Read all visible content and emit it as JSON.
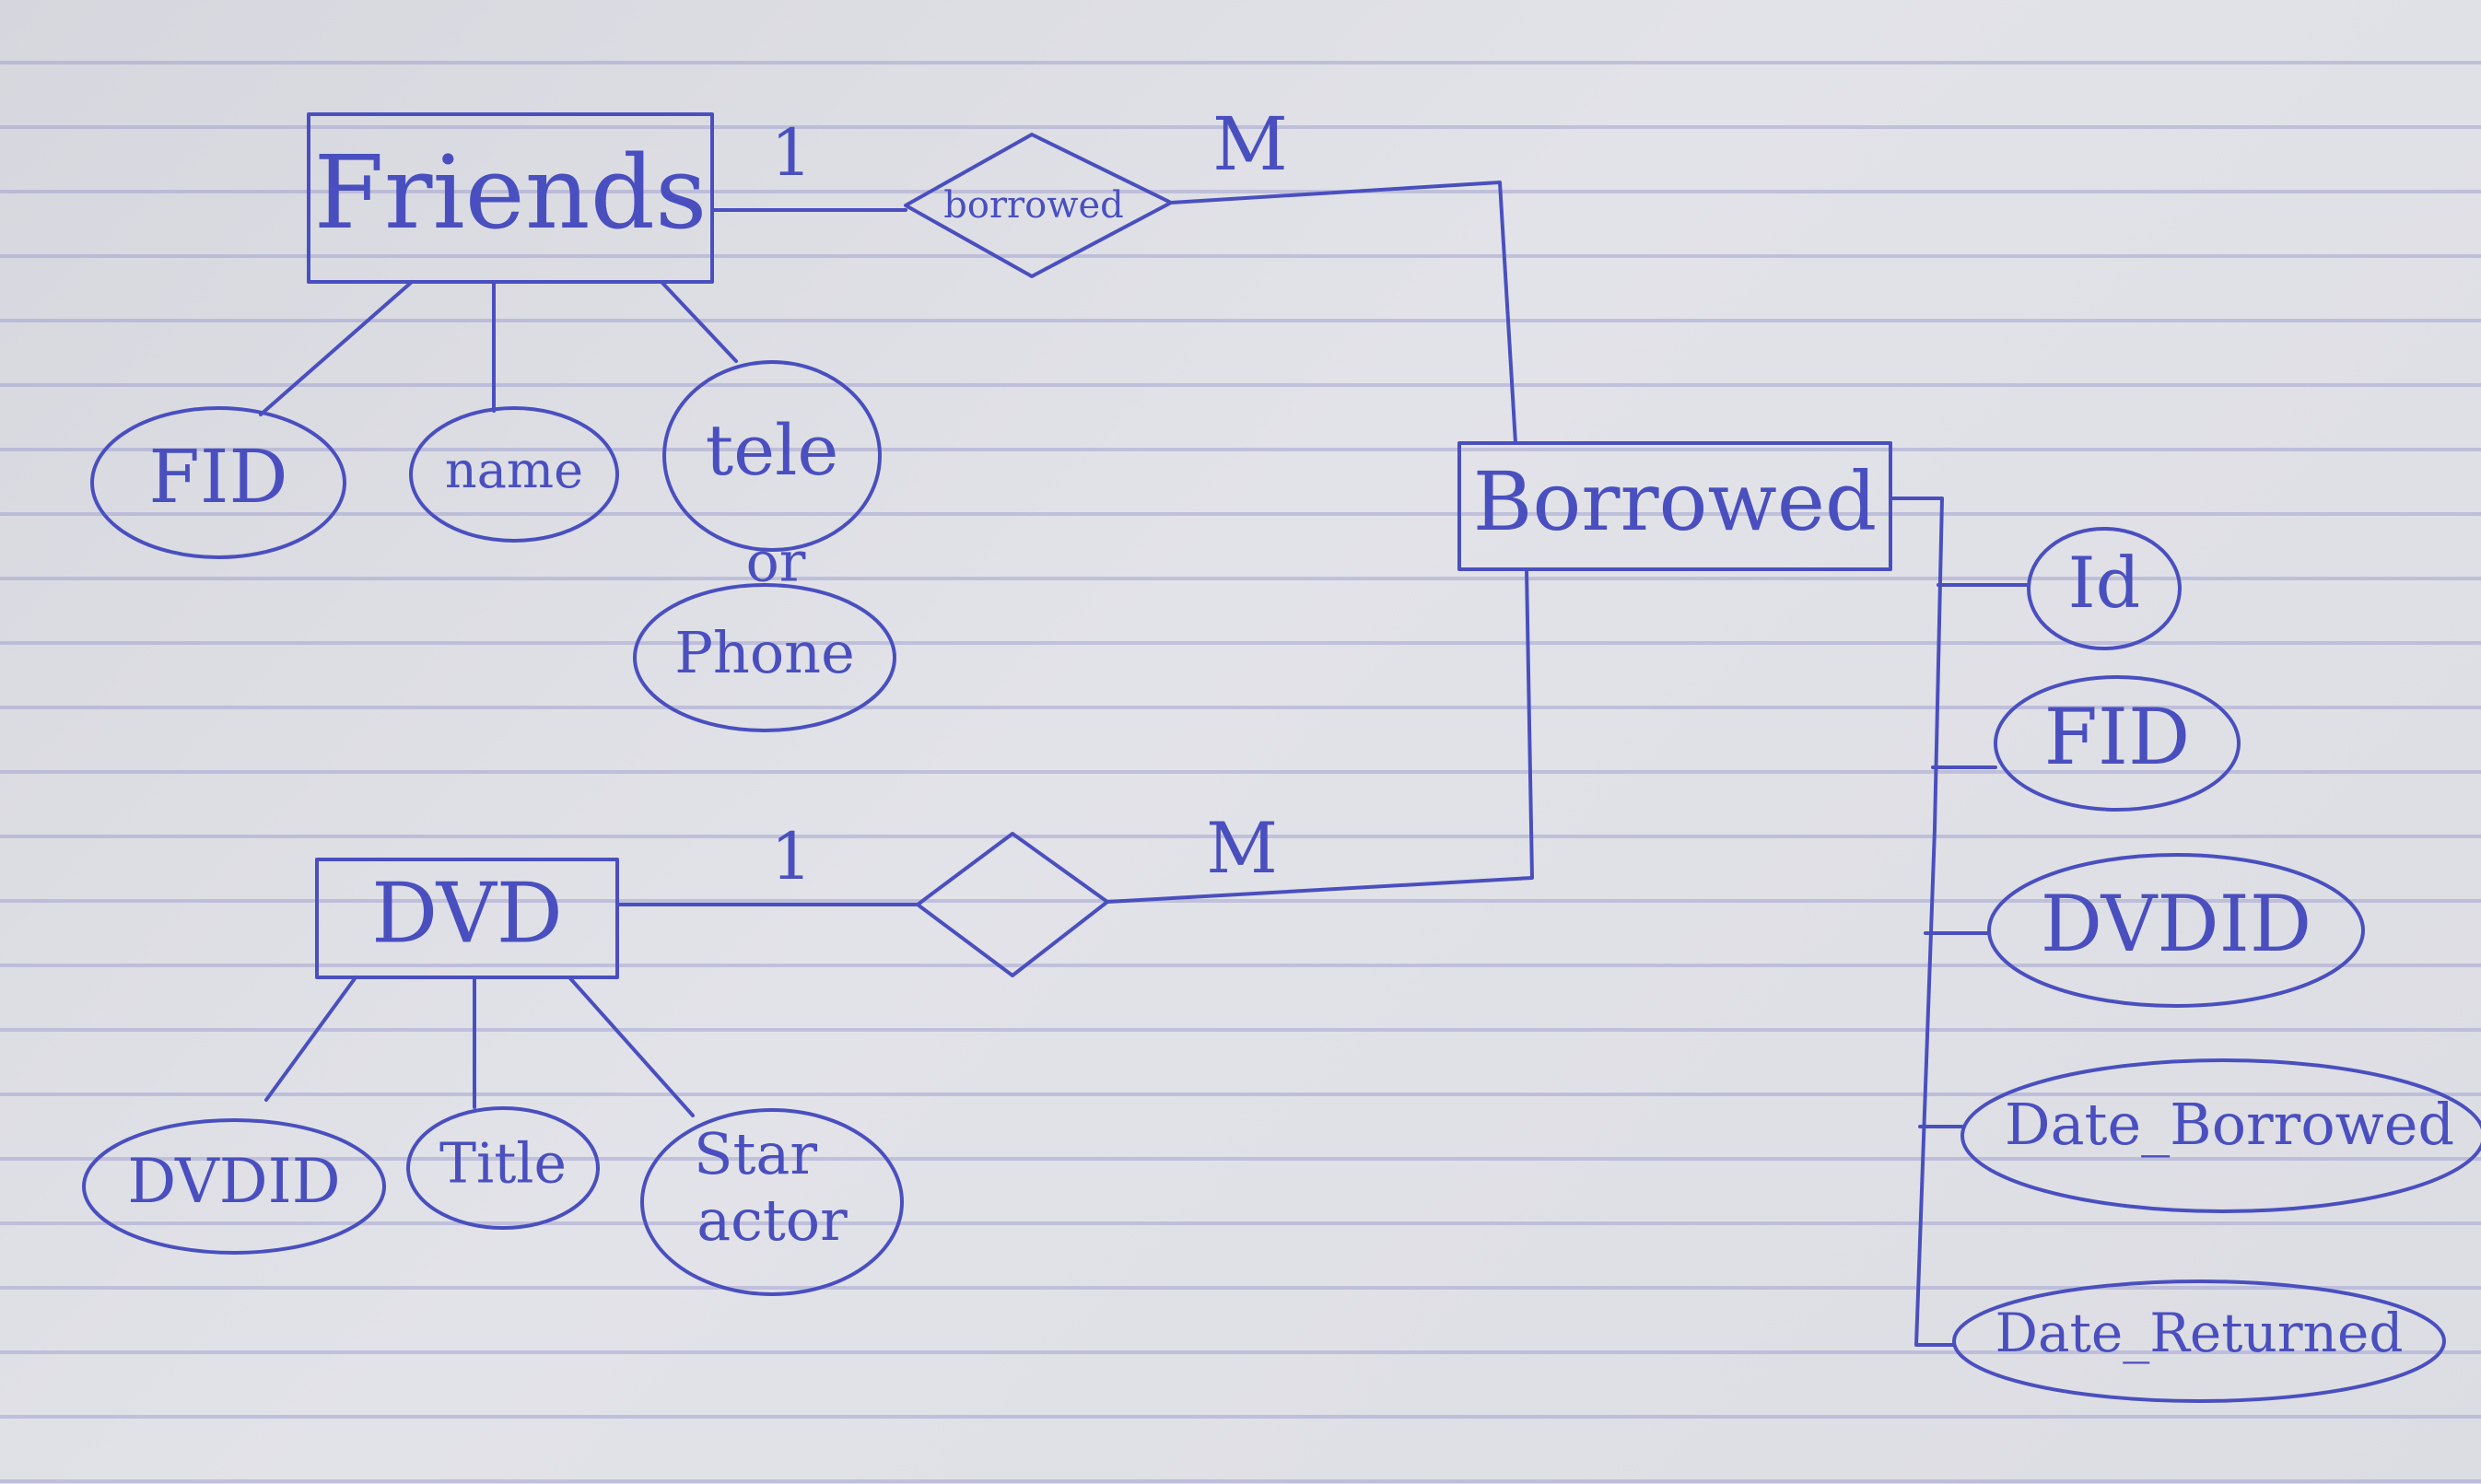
{
  "diagram": {
    "entities": {
      "friends": "Friends",
      "borrowed": "Borrowed",
      "dvd": "DVD"
    },
    "relationships": {
      "friends_borrowed": {
        "label": "borrowed",
        "card_left": "1",
        "card_right": "M"
      },
      "dvd_borrowed": {
        "label": "",
        "card_left": "1",
        "card_right": "M"
      }
    },
    "friends_attributes": [
      "FID",
      "name",
      "tele",
      "Phone"
    ],
    "friends_or": "or",
    "dvd_attributes": [
      "DVDID",
      "Title",
      "Star",
      "actor"
    ],
    "borrowed_attributes": [
      "Id",
      "FID",
      "DVDID",
      "Date_Borrowed",
      "Date_Returned"
    ],
    "ink_color": "#4a4fbf"
  }
}
